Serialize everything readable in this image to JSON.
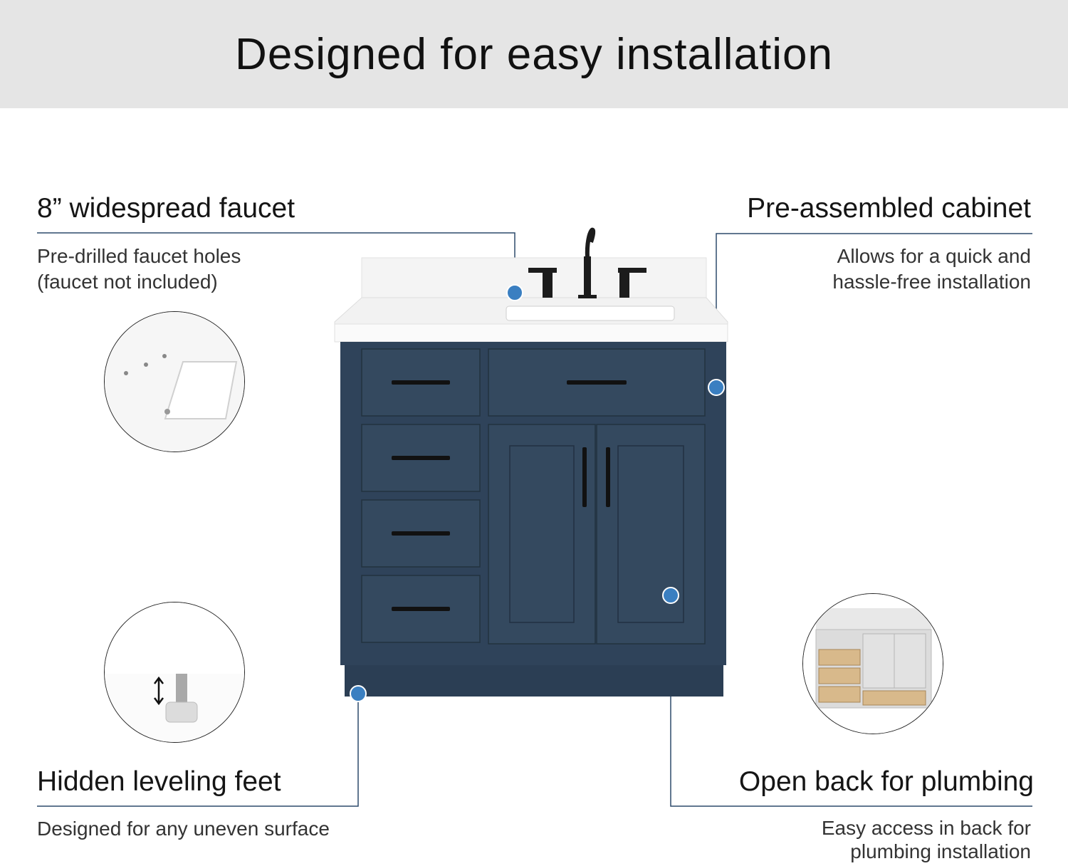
{
  "header": {
    "title": "Designed for easy installation"
  },
  "features": {
    "faucet": {
      "title": "8” widespread faucet",
      "description": "Pre-drilled faucet holes\n(faucet not included)"
    },
    "cabinet": {
      "title": "Pre-assembled cabinet",
      "description": "Allows for  a quick and\nhassle-free installation"
    },
    "feet": {
      "title": "Hidden leveling feet",
      "description": "Designed for any uneven surface"
    },
    "plumbing": {
      "title": "Open back for plumbing",
      "description": "Easy access in back for\nplumbing installation"
    }
  },
  "colors": {
    "header_bg": "#e5e5e5",
    "accent_dot": "#3a7fc1",
    "leader_line": "#2d4a6b",
    "cabinet_navy": "#2f435a",
    "countertop": "#f3f3f3",
    "hardware_black": "#1c1c1c"
  }
}
